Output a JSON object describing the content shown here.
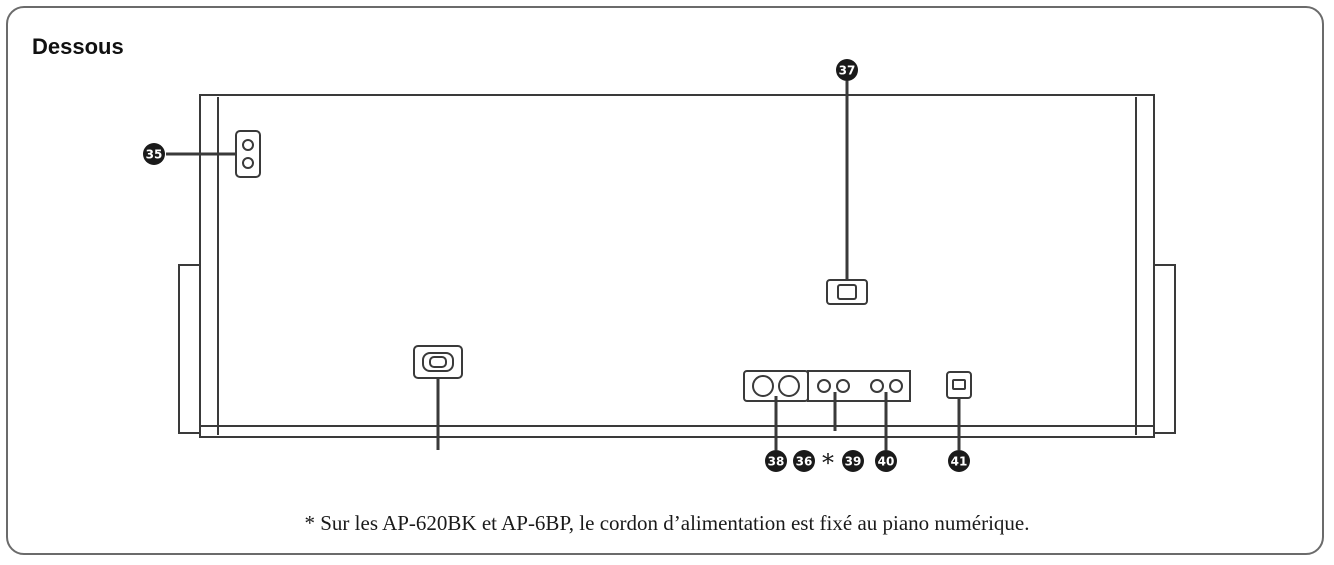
{
  "section_title": "Dessous",
  "callouts": {
    "c35": "35",
    "c36": "36",
    "c37": "37",
    "c38": "38",
    "c39": "39",
    "c40": "40",
    "c41": "41"
  },
  "asterisk": "*",
  "footnote": "*  Sur les AP-620BK et AP-6BP, le cordon d’alimentation est fixé au piano numérique.",
  "colors": {
    "line": "#3a3a3a",
    "callout_fill": "#1a1a1a",
    "callout_text": "#ffffff",
    "frame": "#6b6b6b"
  }
}
